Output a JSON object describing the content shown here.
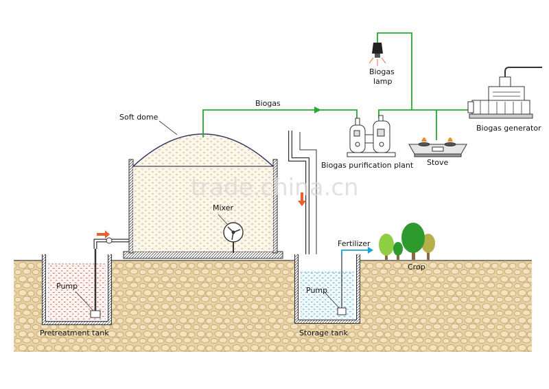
{
  "labels": {
    "soft_dome": "Soft dome",
    "biogas": "Biogas",
    "biogas_lamp_line1": "Biogas",
    "biogas_lamp_line2": "lamp",
    "biogas_generator": "Biogas generator",
    "purification_plant": "Biogas purification plant",
    "stove": "Stove",
    "mixer": "Mixer",
    "fertilizer": "Fertilizer",
    "crop": "Crop",
    "pump_left": "Pump",
    "pump_right": "Pump",
    "pretreatment_tank": "Pretreatment tank",
    "storage_tank": "Storage tank"
  },
  "watermark": "trade.china.cn",
  "colors": {
    "gas_pipe": "#22aa33",
    "fertilizer_pipe": "#1a9fd8",
    "inflow_arrow": "#e8602c",
    "soil": "#e8d2a4",
    "soil_stone": "#b89a63",
    "pretreatment_liquid": "#d04a3a",
    "storage_liquid": "#39a9d9",
    "digester_fill": "#c8a76f",
    "tree_dark": "#2e9a2e",
    "tree_light": "#8fcf46",
    "tree_olive": "#b6b04a"
  }
}
